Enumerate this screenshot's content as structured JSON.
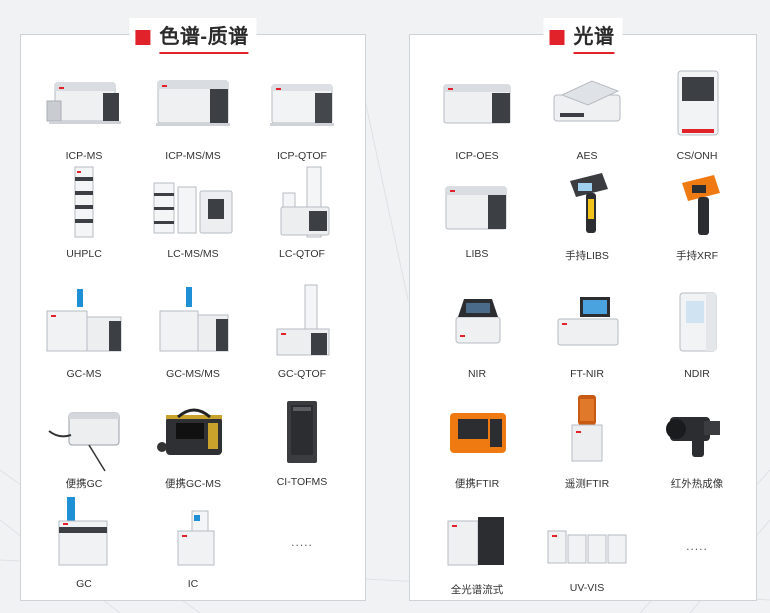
{
  "panels": {
    "left": {
      "title": "色谱-质谱",
      "items": [
        "ICP-MS",
        "ICP-MS/MS",
        "ICP-QTOF",
        "UHPLC",
        "LC-MS/MS",
        "LC-QTOF",
        "GC-MS",
        "GC-MS/MS",
        "GC-QTOF",
        "便携GC",
        "便携GC-MS",
        "CI-TOFMS",
        "GC",
        "IC",
        "....."
      ]
    },
    "right": {
      "title": "光谱",
      "items": [
        "ICP-OES",
        "AES",
        "CS/ONH",
        "LIBS",
        "手持LIBS",
        "手持XRF",
        "NIR",
        "FT-NIR",
        "NDIR",
        "便携FTIR",
        "遥测FTIR",
        "红外热成像",
        "全光谱流式",
        "UV-VIS",
        "....."
      ]
    }
  },
  "colors": {
    "accent": "#e1222b",
    "instrument_orange": "#f07a12",
    "panel_border": "#cfd2d6"
  },
  "icons": [
    "icp-ms-instrument-icon",
    "icp-msms-instrument-icon",
    "icp-qtof-instrument-icon",
    "uhplc-instrument-icon",
    "lc-msms-instrument-icon",
    "lc-qtof-instrument-icon",
    "gc-ms-instrument-icon",
    "gc-msms-instrument-icon",
    "gc-qtof-instrument-icon",
    "portable-gc-instrument-icon",
    "portable-gc-ms-instrument-icon",
    "ci-tofms-instrument-icon",
    "gc-instrument-icon",
    "ic-instrument-icon",
    "icp-oes-instrument-icon",
    "aes-instrument-icon",
    "cs-onh-instrument-icon",
    "libs-instrument-icon",
    "handheld-libs-icon",
    "handheld-xrf-icon",
    "nir-instrument-icon",
    "ft-nir-instrument-icon",
    "ndir-instrument-icon",
    "portable-ftir-instrument-icon",
    "remote-ftir-instrument-icon",
    "thermal-imager-icon",
    "full-spectrum-flow-instrument-icon",
    "uv-vis-instrument-icon"
  ]
}
